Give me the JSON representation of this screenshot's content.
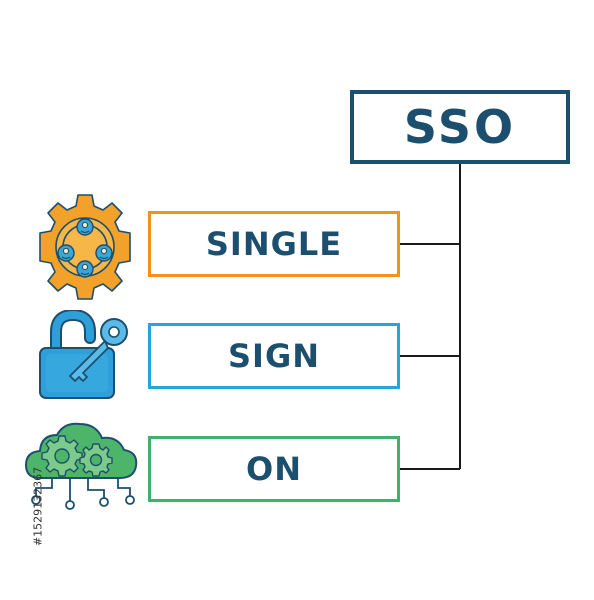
{
  "diagram": {
    "title": "SSO",
    "terms": [
      {
        "label": "SINGLE",
        "icon": "team-gear-icon",
        "color": "#f2921d"
      },
      {
        "label": "SIGN",
        "icon": "lock-key-icon",
        "color": "#2aa2dd"
      },
      {
        "label": "ON",
        "icon": "cloud-gears-icon",
        "color": "#3eb16a"
      }
    ],
    "title_color": "#1c4f6e",
    "line_color": "#1a1a1a"
  },
  "stock_id": "#1529132367"
}
